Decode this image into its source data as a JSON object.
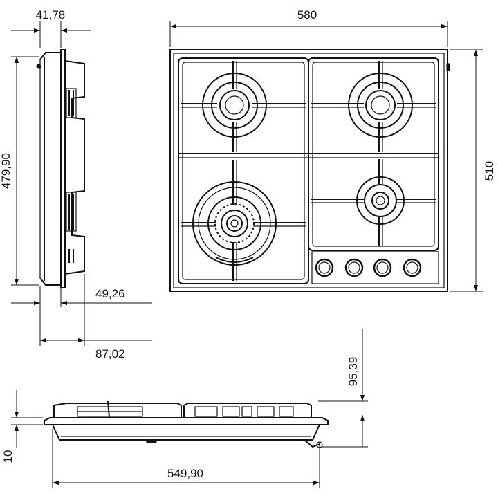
{
  "dimensions": {
    "width_top": "580",
    "depth_right": "510",
    "side_height": "479,90",
    "side_top_width": "41,78",
    "side_mid_width": "49,26",
    "side_bottom_width": "87,02",
    "front_height": "95,39",
    "front_thickness": "10",
    "front_width": "549,90"
  },
  "burners": [
    {
      "name": "rear-left",
      "size": "medium"
    },
    {
      "name": "rear-right",
      "size": "medium"
    },
    {
      "name": "front-left",
      "size": "large-triple-ring"
    },
    {
      "name": "front-right",
      "size": "small"
    }
  ],
  "knobs_count": 4,
  "colors": {
    "line": "#111111",
    "background": "#ffffff"
  }
}
